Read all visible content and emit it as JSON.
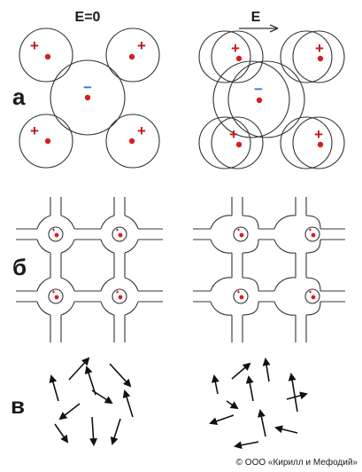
{
  "headers": {
    "left": "E=0",
    "right": "E"
  },
  "row_labels": [
    "а",
    "б",
    "в"
  ],
  "charges": {
    "plus": "+",
    "minus": "−"
  },
  "colors": {
    "line": "#333333",
    "ion_dot": "#d42020",
    "minus_sign": "#1e7fd6",
    "plus_sign": "#c01a1a",
    "label": "#1a1a1a"
  },
  "copyright": "© ООО «Кирилл и Мефодий»"
}
